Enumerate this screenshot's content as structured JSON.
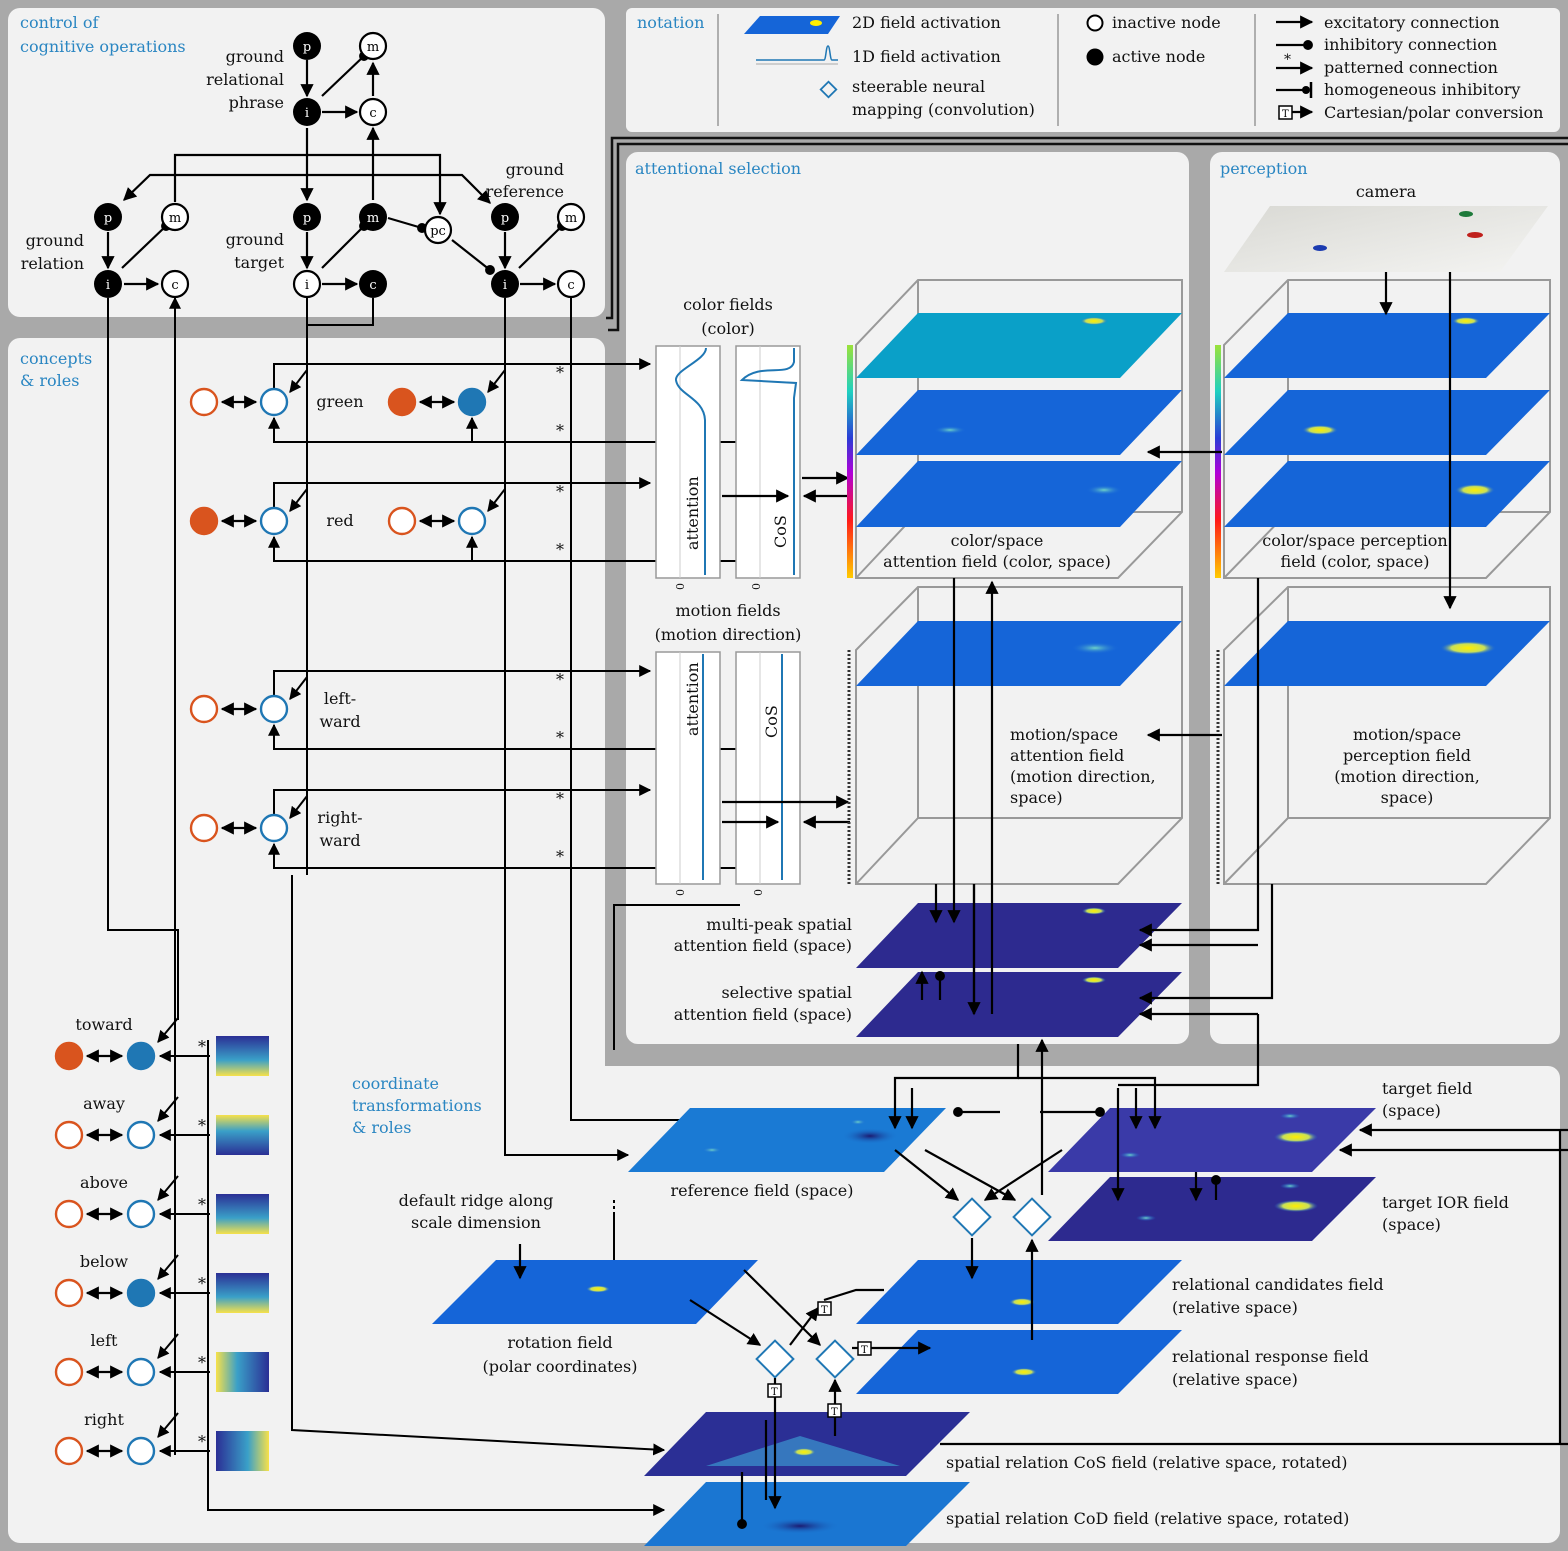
{
  "panels": {
    "control": "control of cognitive operations",
    "control_line1": "control of",
    "control_line2": "cognitive operations",
    "concepts_line1": "concepts",
    "concepts_line2": "& roles",
    "notation": "notation",
    "attentional": "attentional selection",
    "perception": "perception",
    "coord_line1": "coordinate",
    "coord_line2": "transformations",
    "coord_line3": "& roles"
  },
  "notation": {
    "field2d": "2D field activation",
    "field1d": "1D field activation",
    "steer1": "steerable neural",
    "steer2": "mapping (convolution)",
    "inactive": "inactive node",
    "active": "active node",
    "excitatory": "excitatory connection",
    "inhibitory": "inhibitory connection",
    "patterned": "patterned connection",
    "homogeneous": "homogeneous inhibitory",
    "cartesian": "Cartesian/polar conversion"
  },
  "control": {
    "grp_phrase": [
      "ground",
      "relational",
      "phrase"
    ],
    "grp_reference": [
      "ground",
      "reference"
    ],
    "grp_relation": [
      "ground",
      "relation"
    ],
    "grp_target": [
      "ground",
      "target"
    ],
    "node_p": "p",
    "node_m": "m",
    "node_i": "i",
    "node_c": "c",
    "node_pc": "pc"
  },
  "concepts": {
    "green": "green",
    "red": "red",
    "leftward": [
      "left-",
      "ward"
    ],
    "rightward": [
      "right-",
      "ward"
    ],
    "relations": [
      "toward",
      "away",
      "above",
      "below",
      "left",
      "right"
    ],
    "star": "*"
  },
  "fields": {
    "color_fields": [
      "color fields",
      "(color)"
    ],
    "motion_fields": [
      "motion fields",
      "(motion direction)"
    ],
    "attention": "attention",
    "cos": "CoS",
    "zero": "0",
    "color_att": [
      "color/space",
      "attention field (color, space)"
    ],
    "color_perc": [
      "color/space perception",
      "field (color, space)"
    ],
    "motion_att": [
      "motion/space",
      "attention field",
      "(motion direction,",
      "space)"
    ],
    "motion_perc": [
      "motion/space",
      "perception field",
      "(motion direction,",
      "space)"
    ],
    "camera": "camera",
    "multi_peak": [
      "multi-peak spatial",
      "attention field (space)"
    ],
    "selective": [
      "selective spatial",
      "attention field (space)"
    ],
    "target_field": [
      "target field",
      "(space)"
    ],
    "target_ior": [
      "target IOR field",
      "(space)"
    ],
    "reference": "reference field (space)",
    "default_ridge": [
      "default ridge along",
      "scale dimension"
    ],
    "rotation": [
      "rotation field",
      "(polar coordinates)"
    ],
    "rel_candidates": [
      "relational candidates field",
      "(relative space)"
    ],
    "rel_response": [
      "relational response field",
      "(relative space)"
    ],
    "cos_field": "spatial relation CoS field (relative space, rotated)",
    "cod_field": "spatial relation CoD field (relative space, rotated)",
    "t_symbol": "T"
  },
  "colors": {
    "blue": "#1f77b4",
    "orange": "#d9541e",
    "header": "#2a86c2",
    "field_blue": "#1565d8",
    "field_navy": "#2d2a8f"
  }
}
